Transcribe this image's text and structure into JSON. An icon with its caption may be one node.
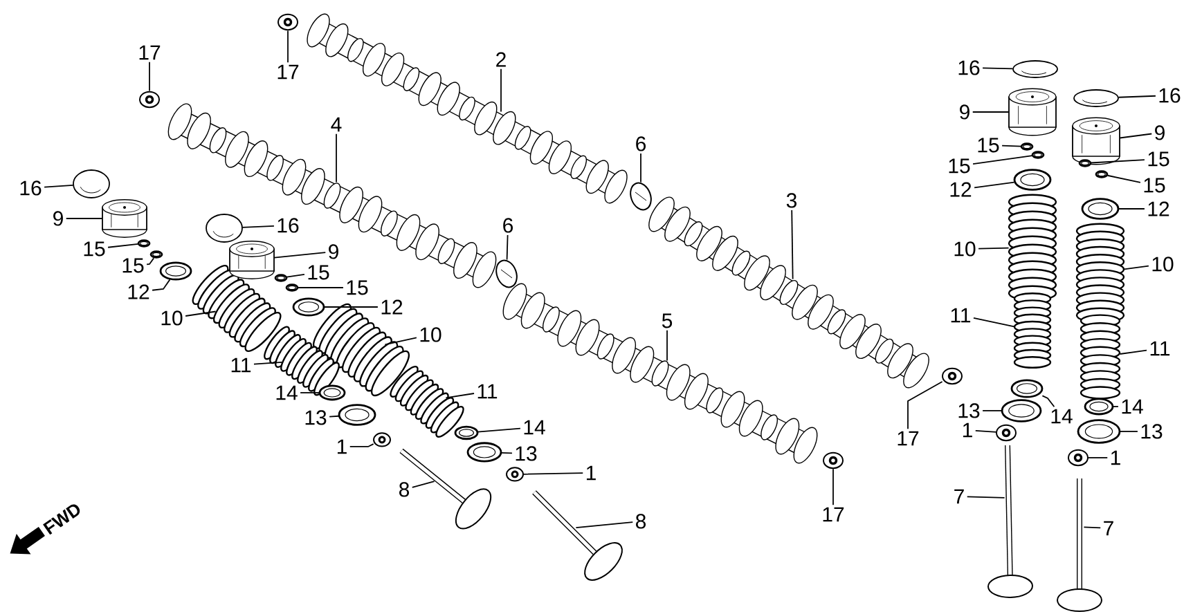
{
  "diagram": {
    "nodes": [
      {
        "text": [
          "17"
        ]
      },
      {
        "text": [
          "17"
        ]
      },
      {
        "text": [
          "2"
        ]
      },
      {
        "text": [
          "4"
        ]
      },
      {
        "text": [
          "6"
        ]
      },
      {
        "text": [
          "6"
        ]
      },
      {
        "text": [
          "3"
        ]
      },
      {
        "text": [
          "5"
        ]
      },
      {
        "text": [
          "17"
        ]
      },
      {
        "text": [
          "17"
        ]
      },
      {
        "text": [
          "16"
        ]
      },
      {
        "text": [
          "9"
        ]
      },
      {
        "text": [
          "15"
        ]
      },
      {
        "text": [
          "15"
        ]
      },
      {
        "text": [
          "12"
        ]
      },
      {
        "text": [
          "10"
        ]
      },
      {
        "text": [
          "16"
        ]
      },
      {
        "text": [
          "9"
        ]
      },
      {
        "text": [
          "15"
        ]
      },
      {
        "text": [
          "15"
        ]
      },
      {
        "text": [
          "12"
        ]
      },
      {
        "text": [
          "10"
        ]
      },
      {
        "text": [
          "11"
        ]
      },
      {
        "text": [
          "11"
        ]
      },
      {
        "text": [
          "14"
        ]
      },
      {
        "text": [
          "14"
        ]
      },
      {
        "text": [
          "13"
        ]
      },
      {
        "text": [
          "13"
        ]
      },
      {
        "text": [
          "1"
        ]
      },
      {
        "text": [
          "1"
        ]
      },
      {
        "text": [
          "8"
        ]
      },
      {
        "text": [
          "8"
        ]
      },
      {
        "text": [
          "16"
        ]
      },
      {
        "text": [
          "16"
        ]
      },
      {
        "text": [
          "9"
        ]
      },
      {
        "text": [
          "9"
        ]
      },
      {
        "text": [
          "15"
        ]
      },
      {
        "text": [
          "15"
        ]
      },
      {
        "text": [
          "15"
        ]
      },
      {
        "text": [
          "15"
        ]
      },
      {
        "text": [
          "12"
        ]
      },
      {
        "text": [
          "12"
        ]
      },
      {
        "text": [
          "10"
        ]
      },
      {
        "text": [
          "10"
        ]
      },
      {
        "text": [
          "11"
        ]
      },
      {
        "text": [
          "11"
        ]
      },
      {
        "text": [
          "13"
        ]
      },
      {
        "text": [
          "14"
        ]
      },
      {
        "text": [
          "14"
        ]
      },
      {
        "text": [
          "13"
        ]
      },
      {
        "text": [
          "1"
        ]
      },
      {
        "text": [
          "1"
        ]
      },
      {
        "text": [
          "7"
        ]
      },
      {
        "text": [
          "7"
        ]
      },
      {
        "text": [],
        "shape": "picture"
      },
      {
        "text": [],
        "shape": "picture"
      },
      {
        "text": [],
        "shape": "picture"
      },
      {
        "text": [],
        "shape": "picture"
      },
      {
        "text": [],
        "shape": "picture"
      },
      {
        "text": [],
        "shape": "picture"
      },
      {
        "text": [],
        "shape": "picture"
      },
      {
        "text": [],
        "shape": "picture"
      },
      {
        "text": [],
        "shape": "picture"
      },
      {
        "text": [],
        "shape": "picture"
      },
      {
        "text": [],
        "shape": "picture"
      },
      {
        "text": [],
        "shape": "picture"
      },
      {
        "text": [],
        "shape": "picture"
      },
      {
        "text": [],
        "shape": "picture"
      },
      {
        "text": [],
        "shape": "picture"
      },
      {
        "text": [],
        "shape": "picture"
      },
      {
        "text": [],
        "shape": "picture"
      },
      {
        "text": [],
        "shape": "picture"
      },
      {
        "text": [],
        "shape": "picture"
      },
      {
        "text": [],
        "shape": "picture"
      },
      {
        "text": [],
        "shape": "picture"
      },
      {
        "text": [],
        "shape": "picture"
      },
      {
        "text": [],
        "shape": "picture"
      },
      {
        "text": [],
        "shape": "picture"
      },
      {
        "text": [],
        "shape": "picture"
      },
      {
        "text": [],
        "shape": "picture"
      },
      {
        "text": [],
        "shape": "picture"
      },
      {
        "text": [],
        "shape": "picture"
      },
      {
        "text": [],
        "shape": "picture"
      },
      {
        "text": [],
        "shape": "picture"
      },
      {
        "text": [],
        "shape": "picture"
      },
      {
        "text": [],
        "shape": "picture"
      },
      {
        "text": [],
        "shape": "picture"
      },
      {
        "text": [],
        "shape": "picture"
      },
      {
        "text": [],
        "shape": "picture"
      },
      {
        "text": [],
        "shape": "picture"
      },
      {
        "text": [],
        "shape": "picture"
      },
      {
        "text": [],
        "shape": "picture"
      },
      {
        "text": [],
        "shape": "picture"
      },
      {
        "text": [],
        "shape": "picture"
      },
      {
        "text": [],
        "shape": "picture"
      },
      {
        "text": [],
        "shape": "picture"
      },
      {
        "text": [],
        "shape": "picture"
      },
      {
        "text": [],
        "shape": "picture"
      },
      {
        "text": [],
        "shape": "picture"
      },
      {
        "text": [],
        "shape": "picture"
      },
      {
        "text": [],
        "shape": "picture"
      },
      {
        "text": [],
        "shape": "picture"
      },
      {
        "text": [],
        "shape": "picture"
      },
      {
        "text": [],
        "shape": "picture"
      },
      {
        "text": [],
        "shape": "picture"
      },
      {
        "text": [],
        "shape": "picture"
      },
      {
        "text": [],
        "shape": "picture"
      },
      {
        "text": [],
        "shape": "picture"
      }
    ],
    "edges": [
      {
        "from": 0,
        "to": 54,
        "arrow": "none"
      },
      {
        "from": 1,
        "to": 55,
        "arrow": "none"
      },
      {
        "from": 2,
        "to": 56,
        "arrow": "none"
      },
      {
        "from": 3,
        "to": 57,
        "arrow": "none"
      },
      {
        "from": 4,
        "to": 58,
        "arrow": "none"
      },
      {
        "from": 5,
        "to": 59,
        "arrow": "none"
      },
      {
        "from": 6,
        "to": 60,
        "arrow": "none"
      },
      {
        "from": 7,
        "to": 61,
        "arrow": "none"
      },
      {
        "from": 8,
        "to": 62,
        "arrow": "none"
      },
      {
        "from": 9,
        "to": 63,
        "arrow": "none"
      },
      {
        "from": 10,
        "to": 64,
        "arrow": "none"
      },
      {
        "from": 11,
        "to": 65,
        "arrow": "none"
      },
      {
        "from": 12,
        "to": 66,
        "arrow": "none"
      },
      {
        "from": 13,
        "to": 67,
        "arrow": "none"
      },
      {
        "from": 14,
        "to": 68,
        "arrow": "none"
      },
      {
        "from": 15,
        "to": 69,
        "arrow": "none"
      },
      {
        "from": 16,
        "to": 70,
        "arrow": "none"
      },
      {
        "from": 17,
        "to": 71,
        "arrow": "none"
      },
      {
        "from": 18,
        "to": 72,
        "arrow": "none"
      },
      {
        "from": 19,
        "to": 73,
        "arrow": "none"
      },
      {
        "from": 20,
        "to": 74,
        "arrow": "none"
      },
      {
        "from": 21,
        "to": 75,
        "arrow": "none"
      },
      {
        "from": 22,
        "to": 76,
        "arrow": "none"
      },
      {
        "from": 23,
        "to": 77,
        "arrow": "none"
      },
      {
        "from": 24,
        "to": 78,
        "arrow": "none"
      },
      {
        "from": 25,
        "to": 79,
        "arrow": "none"
      },
      {
        "from": 26,
        "to": 80,
        "arrow": "none"
      },
      {
        "from": 27,
        "to": 81,
        "arrow": "none"
      },
      {
        "from": 28,
        "to": 82,
        "arrow": "none"
      },
      {
        "from": 29,
        "to": 83,
        "arrow": "none"
      },
      {
        "from": 30,
        "to": 84,
        "arrow": "none"
      },
      {
        "from": 31,
        "to": 85,
        "arrow": "none"
      },
      {
        "from": 32,
        "to": 86,
        "arrow": "none"
      },
      {
        "from": 33,
        "to": 87,
        "arrow": "none"
      },
      {
        "from": 34,
        "to": 88,
        "arrow": "none"
      },
      {
        "from": 35,
        "to": 89,
        "arrow": "none"
      },
      {
        "from": 36,
        "to": 90,
        "arrow": "none"
      },
      {
        "from": 37,
        "to": 91,
        "arrow": "none"
      },
      {
        "from": 38,
        "to": 92,
        "arrow": "none"
      },
      {
        "from": 39,
        "to": 93,
        "arrow": "none"
      },
      {
        "from": 40,
        "to": 94,
        "arrow": "none"
      },
      {
        "from": 41,
        "to": 95,
        "arrow": "none"
      },
      {
        "from": 42,
        "to": 96,
        "arrow": "none"
      },
      {
        "from": 43,
        "to": 97,
        "arrow": "none"
      },
      {
        "from": 44,
        "to": 98,
        "arrow": "none"
      },
      {
        "from": 45,
        "to": 99,
        "arrow": "none"
      },
      {
        "from": 46,
        "to": 100,
        "arrow": "none"
      },
      {
        "from": 47,
        "to": 101,
        "arrow": "none"
      },
      {
        "from": 48,
        "to": 102,
        "arrow": "none"
      },
      {
        "from": 49,
        "to": 103,
        "arrow": "none"
      },
      {
        "from": 50,
        "to": 104,
        "arrow": "none"
      },
      {
        "from": 51,
        "to": 105,
        "arrow": "none"
      },
      {
        "from": 52,
        "to": 106,
        "arrow": "none"
      },
      {
        "from": 53,
        "to": 107,
        "arrow": "none"
      }
    ],
    "labels": [
      "FWD"
    ]
  }
}
